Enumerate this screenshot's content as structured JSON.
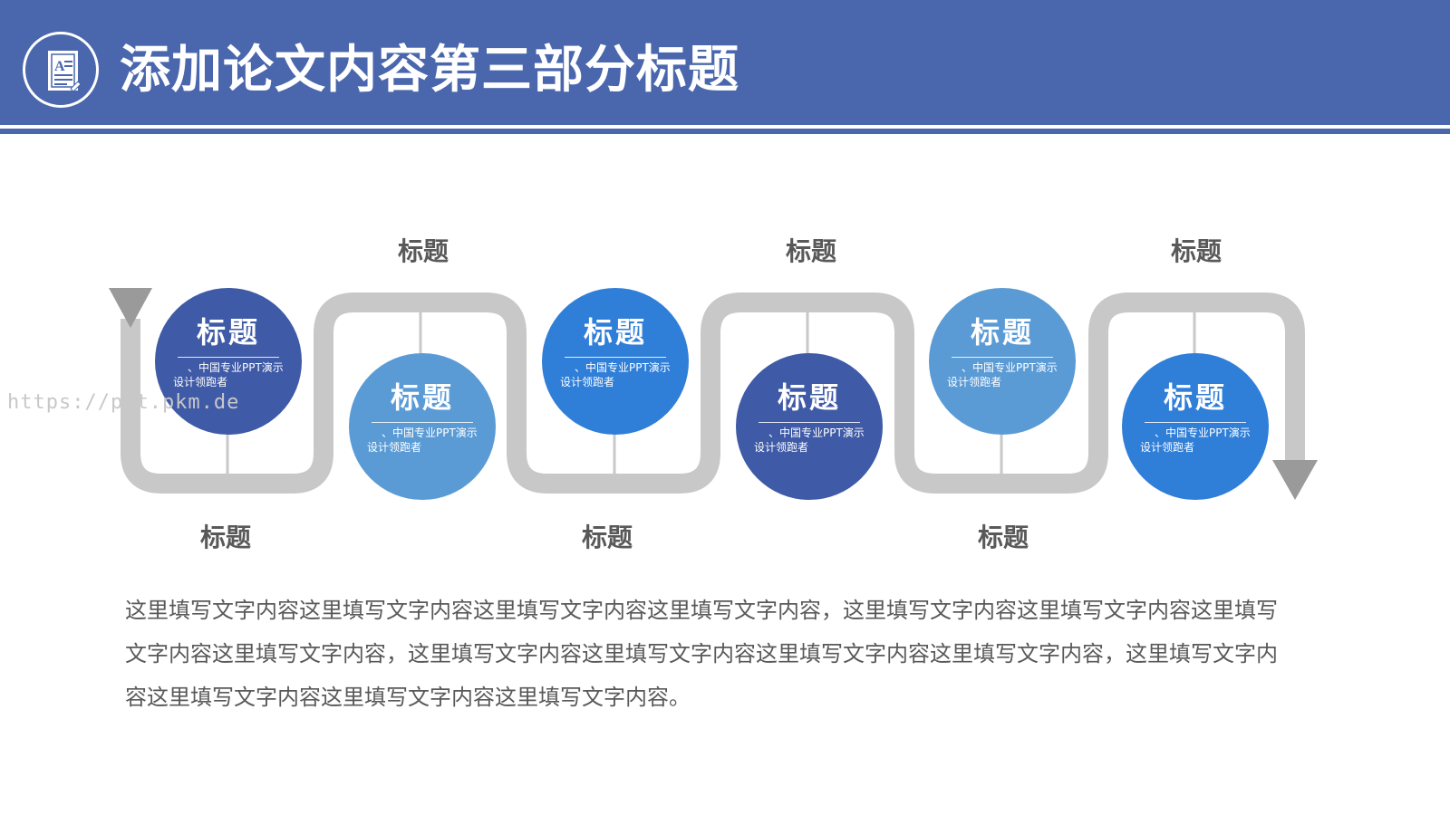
{
  "header": {
    "title": "添加论文内容第三部分标题",
    "logo_icon": "document-icon",
    "logo_glyph": "A",
    "bar_color": "#4a67ad"
  },
  "watermark": "https://ppt.pkm.de",
  "diagram": {
    "track_color": "#c8c8c8",
    "labels_top": [
      "标题",
      "标题",
      "标题"
    ],
    "labels_bottom": [
      "标题",
      "标题",
      "标题"
    ],
    "nodes": [
      {
        "title": "标题",
        "text": "、中国专业PPT演示设计领跑者",
        "color": "#3f5aa6"
      },
      {
        "title": "标题",
        "text": "、中国专业PPT演示设计领跑者",
        "color": "#5b9bd5"
      },
      {
        "title": "标题",
        "text": "、中国专业PPT演示设计领跑者",
        "color": "#2f7ed8"
      },
      {
        "title": "标题",
        "text": "、中国专业PPT演示设计领跑者",
        "color": "#3f5aa6"
      },
      {
        "title": "标题",
        "text": "、中国专业PPT演示设计领跑者",
        "color": "#5b9bd5"
      },
      {
        "title": "标题",
        "text": "、中国专业PPT演示设计领跑者",
        "color": "#2f7ed8"
      }
    ]
  },
  "body_text": "这里填写文字内容这里填写文字内容这里填写文字内容这里填写文字内容，这里填写文字内容这里填写文字内容这里填写文字内容这里填写文字内容，这里填写文字内容这里填写文字内容这里填写文字内容这里填写文字内容，这里填写文字内容这里填写文字内容这里填写文字内容这里填写文字内容。"
}
